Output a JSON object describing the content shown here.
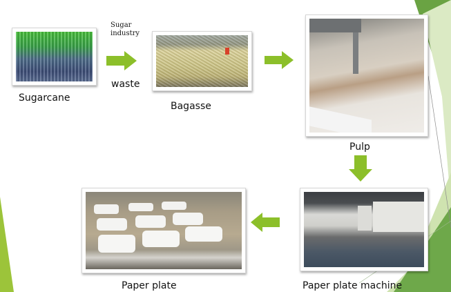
{
  "diagram": {
    "title": "Sugarcane bagasse to paper plate process",
    "steps": [
      {
        "label": "Sugarcane",
        "image": "sugarcane-photo"
      },
      {
        "label": "Bagasse",
        "image": "bagasse-photo"
      },
      {
        "label": "Pulp",
        "image": "pulp-photo"
      },
      {
        "label": "Paper plate machine",
        "image": "machine-photo"
      },
      {
        "label": "Paper plate",
        "image": "plates-photo"
      }
    ],
    "edges": [
      {
        "from": "Sugarcane",
        "to": "Bagasse",
        "label_top": "Sugar industry",
        "label_bottom": "waste"
      },
      {
        "from": "Bagasse",
        "to": "Pulp"
      },
      {
        "from": "Pulp",
        "to": "Paper plate machine"
      },
      {
        "from": "Paper plate machine",
        "to": "Paper plate"
      }
    ]
  },
  "colors": {
    "arrow": "#8cbf2a",
    "accent_dark": "#5e9a3a",
    "accent_light": "#cfe3b0",
    "accent_lime": "#9cc43a"
  }
}
